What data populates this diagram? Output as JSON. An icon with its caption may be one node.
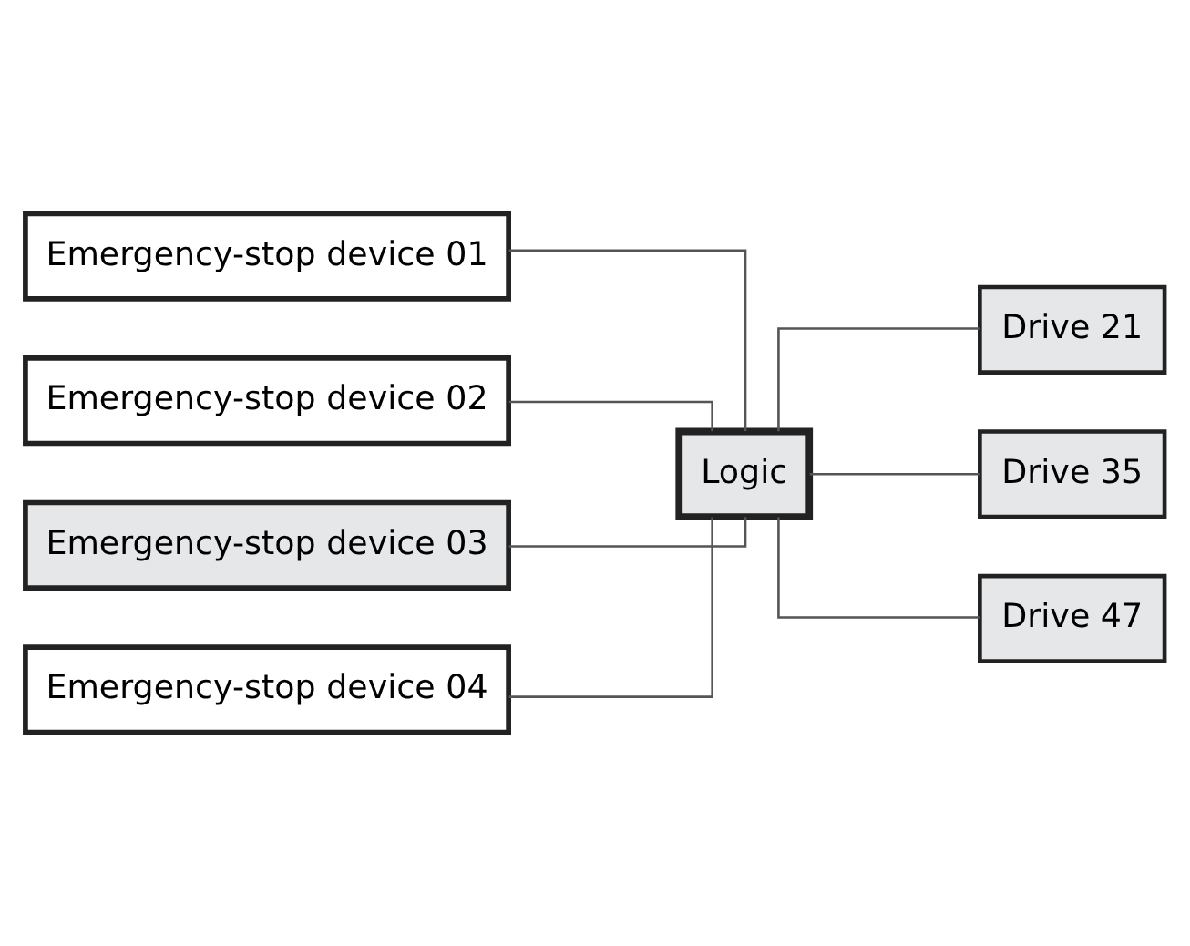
{
  "diagram": {
    "nodes": [
      {
        "text": [
          "Emergency-stop device 01"
        ]
      },
      {
        "text": [
          "Emergency-stop device 02"
        ]
      },
      {
        "text": [
          "Emergency-stop device 03"
        ]
      },
      {
        "text": [
          "Emergency-stop device 04"
        ]
      },
      {
        "text": [
          "Logic"
        ]
      },
      {
        "text": [
          "Drive 21"
        ]
      },
      {
        "text": [
          "Drive 35"
        ]
      },
      {
        "text": [
          "Drive 47"
        ]
      }
    ],
    "edges": [
      {
        "from": 0,
        "to": 4,
        "arrow": "none"
      },
      {
        "from": 1,
        "to": 4,
        "arrow": "none"
      },
      {
        "from": 2,
        "to": 4,
        "arrow": "none"
      },
      {
        "from": 3,
        "to": 4,
        "arrow": "none"
      },
      {
        "from": 4,
        "to": 5,
        "arrow": "none"
      },
      {
        "from": 4,
        "to": 6,
        "arrow": "none"
      },
      {
        "from": 4,
        "to": 7,
        "arrow": "none"
      }
    ]
  }
}
